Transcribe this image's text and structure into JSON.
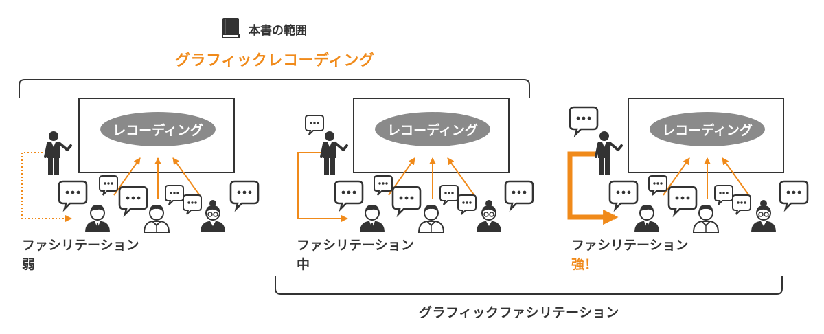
{
  "header": {
    "book_scope_label": "本書の範囲",
    "graphic_recording_label": "グラフィックレコーディング"
  },
  "footer": {
    "graphic_facilitation_label": "グラフィックファシリテーション"
  },
  "panels": [
    {
      "board_label": "レコーディング",
      "facilitation_label": "ファシリテーション",
      "level_label": "弱"
    },
    {
      "board_label": "レコーディング",
      "facilitation_label": "ファシリテーション",
      "level_label": "中"
    },
    {
      "board_label": "レコーディング",
      "facilitation_label": "ファシリテーション",
      "level_label": "強！"
    }
  ],
  "colors": {
    "accent": "#f08a1a",
    "dark": "#333333",
    "gray": "#8a8a8a"
  },
  "icons": [
    "book-icon",
    "speech-bubble-icon",
    "facilitator-icon",
    "participant-icon",
    "arrow-icon"
  ]
}
